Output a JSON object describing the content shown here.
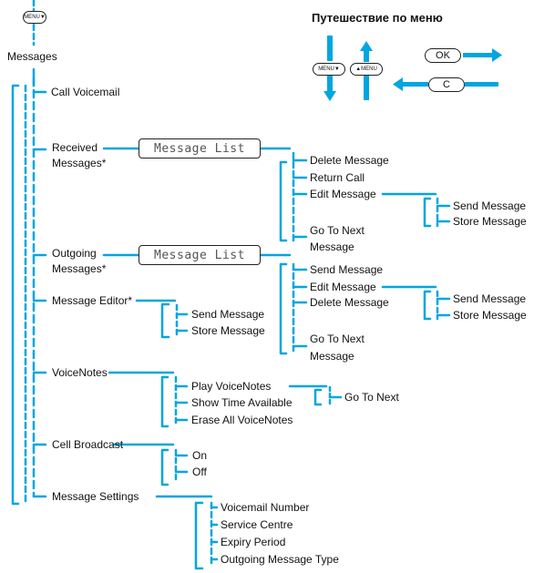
{
  "keys": {
    "menu_down": "MENU▼",
    "menu_up": "▲MENU",
    "ok": "OK",
    "c": "C"
  },
  "legend": {
    "title": "Путешествие по меню"
  },
  "root": "Messages",
  "level1": {
    "call_voicemail": "Call Voicemail",
    "received_1": "Received",
    "received_2": "Messages*",
    "outgoing_1": "Outgoing",
    "outgoing_2": "Messages*",
    "message_editor": "Message Editor*",
    "voicenotes": "VoiceNotes",
    "cell_broadcast": "Cell Broadcast",
    "message_settings": "Message Settings"
  },
  "screens": {
    "received": "Message List",
    "outgoing": "Message List"
  },
  "received_menu": {
    "delete": "Delete Message",
    "return_call": "Return Call",
    "edit": "Edit Message",
    "goto_1": "Go To Next",
    "goto_2": "Message",
    "edit_send": "Send Message",
    "edit_store": "Store Message"
  },
  "outgoing_menu": {
    "send": "Send Message",
    "edit": "Edit Message",
    "delete": "Delete Message",
    "goto_1": "Go To Next",
    "goto_2": "Message",
    "edit_send": "Send Message",
    "edit_store": "Store Message"
  },
  "editor_menu": {
    "send": "Send Message",
    "store": "Store Message"
  },
  "voicenotes_menu": {
    "play": "Play VoiceNotes",
    "show_time": "Show Time Available",
    "erase": "Erase All VoiceNotes",
    "goto_next": "Go To Next"
  },
  "cell_menu": {
    "on": "On",
    "off": "Off"
  },
  "settings_menu": {
    "voicemail_number": "Voicemail Number",
    "service_centre": "Service Centre",
    "expiry_period": "Expiry Period",
    "outgoing_type": "Outgoing Message Type"
  },
  "colors": {
    "line": "#00a6e0",
    "text": "#111111"
  }
}
